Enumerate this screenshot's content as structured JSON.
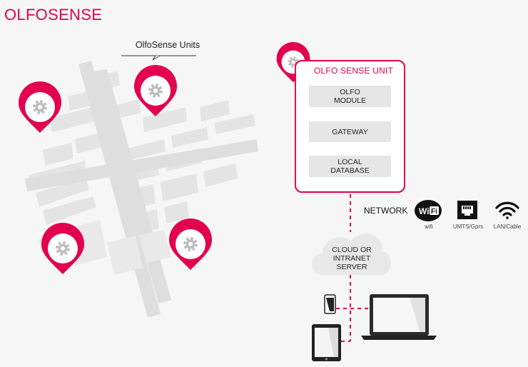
{
  "brand": {
    "title": "OLFOSENSE",
    "accent": "#e2004f"
  },
  "map": {
    "units_label": "OlfoSense Units",
    "pin_icon": "gear-icon"
  },
  "unit_box": {
    "title": "OLFO SENSE UNIT",
    "modules": [
      {
        "lines": [
          "OLFO",
          "MODULE"
        ]
      },
      {
        "lines": [
          "GATEWAY"
        ]
      },
      {
        "lines": [
          "LOCAL",
          "DATABASE"
        ]
      }
    ]
  },
  "network": {
    "label": "NETWORK",
    "options": [
      {
        "icon": "wifi-logo-icon",
        "caption": "wifi"
      },
      {
        "icon": "modem-icon",
        "caption": "UMTS/Gprs"
      },
      {
        "icon": "wifi-signal-icon",
        "caption": "LAN/Cable"
      }
    ]
  },
  "cloud": {
    "lines": [
      "CLOUD OR",
      "INTRANET",
      "SERVER"
    ]
  },
  "devices": [
    "smartphone-icon",
    "tablet-icon",
    "laptop-icon"
  ]
}
